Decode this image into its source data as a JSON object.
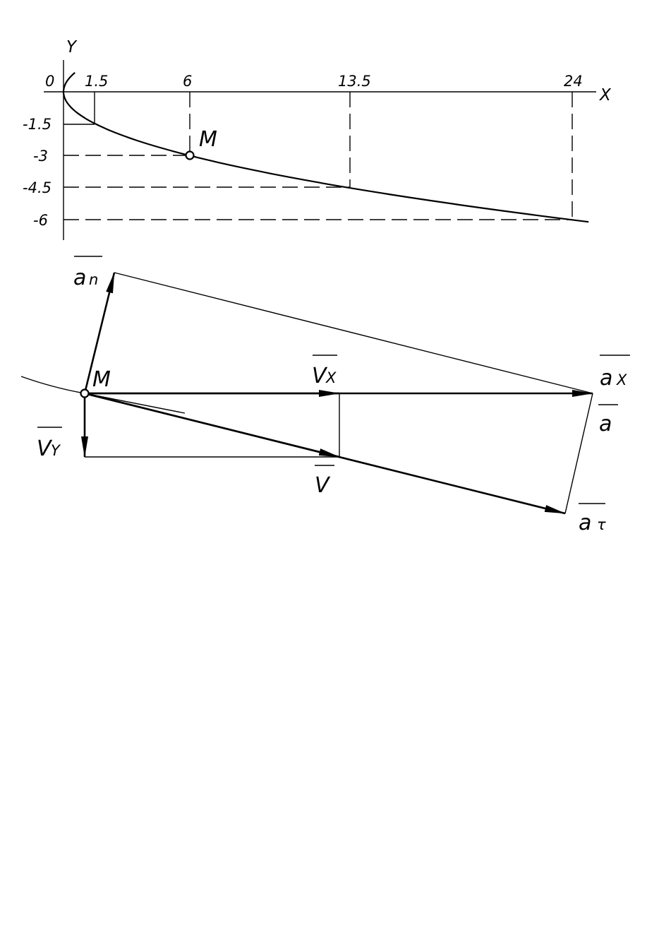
{
  "graph": {
    "axis_x_label": "X",
    "axis_y_label": "Y",
    "origin_label": "0",
    "x_ticks": [
      "1.5",
      "6",
      "13.5",
      "24"
    ],
    "y_ticks": [
      "-1.5",
      "-3",
      "-4.5",
      "-6"
    ],
    "point_label": "M"
  },
  "vectors": {
    "point_label": "M",
    "an": {
      "main": "a",
      "sub": "n"
    },
    "ax": {
      "main": "a",
      "sub": "X"
    },
    "a": {
      "main": "a"
    },
    "at": {
      "main": "a",
      "sub": "τ"
    },
    "vx": {
      "main": "V",
      "sub": "X"
    },
    "vy": {
      "main": "V",
      "sub": "Y"
    },
    "v": {
      "main": "V"
    }
  }
}
